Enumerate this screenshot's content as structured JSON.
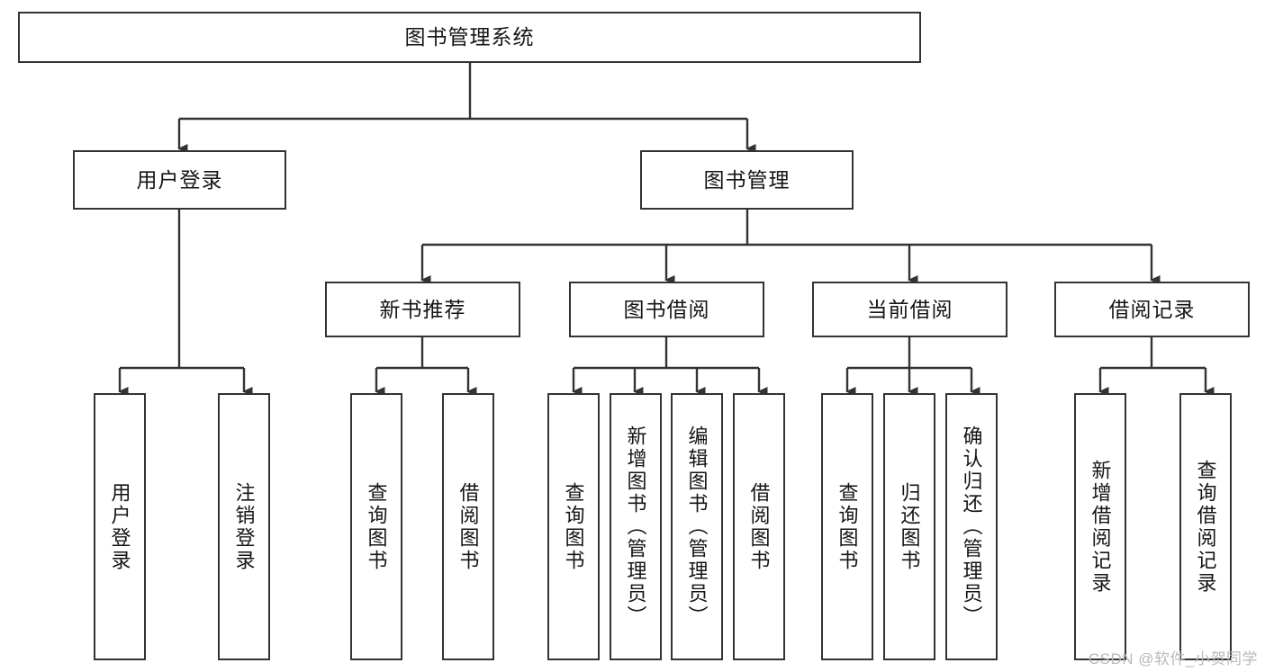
{
  "diagram": {
    "title": "图书管理系统",
    "type": "hierarchy-tree",
    "root": {
      "label": "图书管理系统"
    },
    "level2": [
      {
        "label": "用户登录"
      },
      {
        "label": "图书管理"
      }
    ],
    "level3": [
      {
        "label": "新书推荐"
      },
      {
        "label": "图书借阅"
      },
      {
        "label": "当前借阅"
      },
      {
        "label": "借阅记录"
      }
    ],
    "leaves": {
      "user_login": [
        {
          "label": "用户登录"
        },
        {
          "label": "注销登录"
        }
      ],
      "new_book_recommend": [
        {
          "label": "查询图书"
        },
        {
          "label": "借阅图书"
        }
      ],
      "book_borrow": [
        {
          "label": "查询图书"
        },
        {
          "label": "新增图书（管理员）"
        },
        {
          "label": "编辑图书（管理员）"
        },
        {
          "label": "借阅图书"
        }
      ],
      "current_borrow": [
        {
          "label": "查询图书"
        },
        {
          "label": "归还图书"
        },
        {
          "label": "确认归还（管理员）"
        }
      ],
      "borrow_record": [
        {
          "label": "新增借阅记录"
        },
        {
          "label": "查询借阅记录"
        }
      ]
    }
  },
  "watermark": {
    "text": "CSDN @软件_小贺同学"
  },
  "colors": {
    "box_border": "#333333",
    "box_fill": "#ffffff",
    "text": "#151515",
    "edge": "#333333",
    "watermark": "#b9b9b9"
  }
}
